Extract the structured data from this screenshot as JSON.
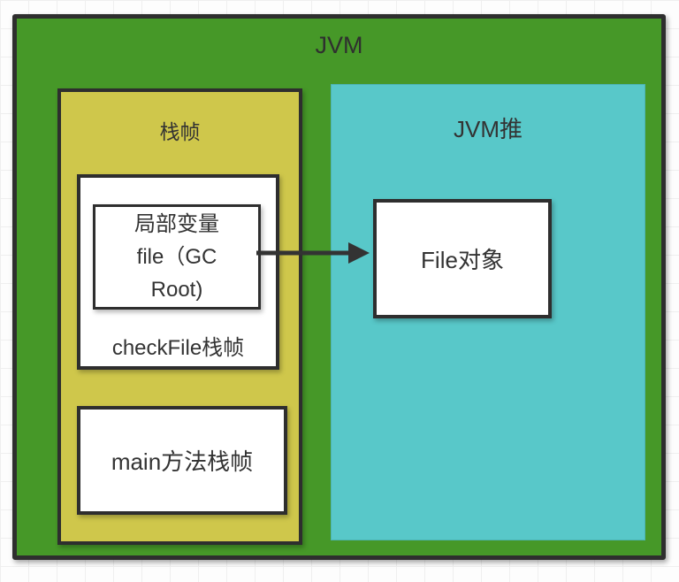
{
  "diagram": {
    "jvm": {
      "title": "JVM"
    },
    "stack": {
      "label": "栈帧",
      "checkfile_frame": {
        "local_var_text": "局部变量\nfile（GC\nRoot)",
        "label": "checkFile栈帧"
      },
      "main_frame": {
        "label": "main方法栈帧"
      }
    },
    "heap": {
      "label": "JVM推",
      "file_object": {
        "label": "File对象"
      }
    },
    "arrow": {
      "from": "局部变量 file（GC Root)",
      "to": "File对象"
    },
    "colors": {
      "jvm_background": "#469828",
      "stack_background": "#cfc74b",
      "heap_background": "#58c8c9",
      "border": "#2e2e2e",
      "text": "#333333"
    }
  }
}
